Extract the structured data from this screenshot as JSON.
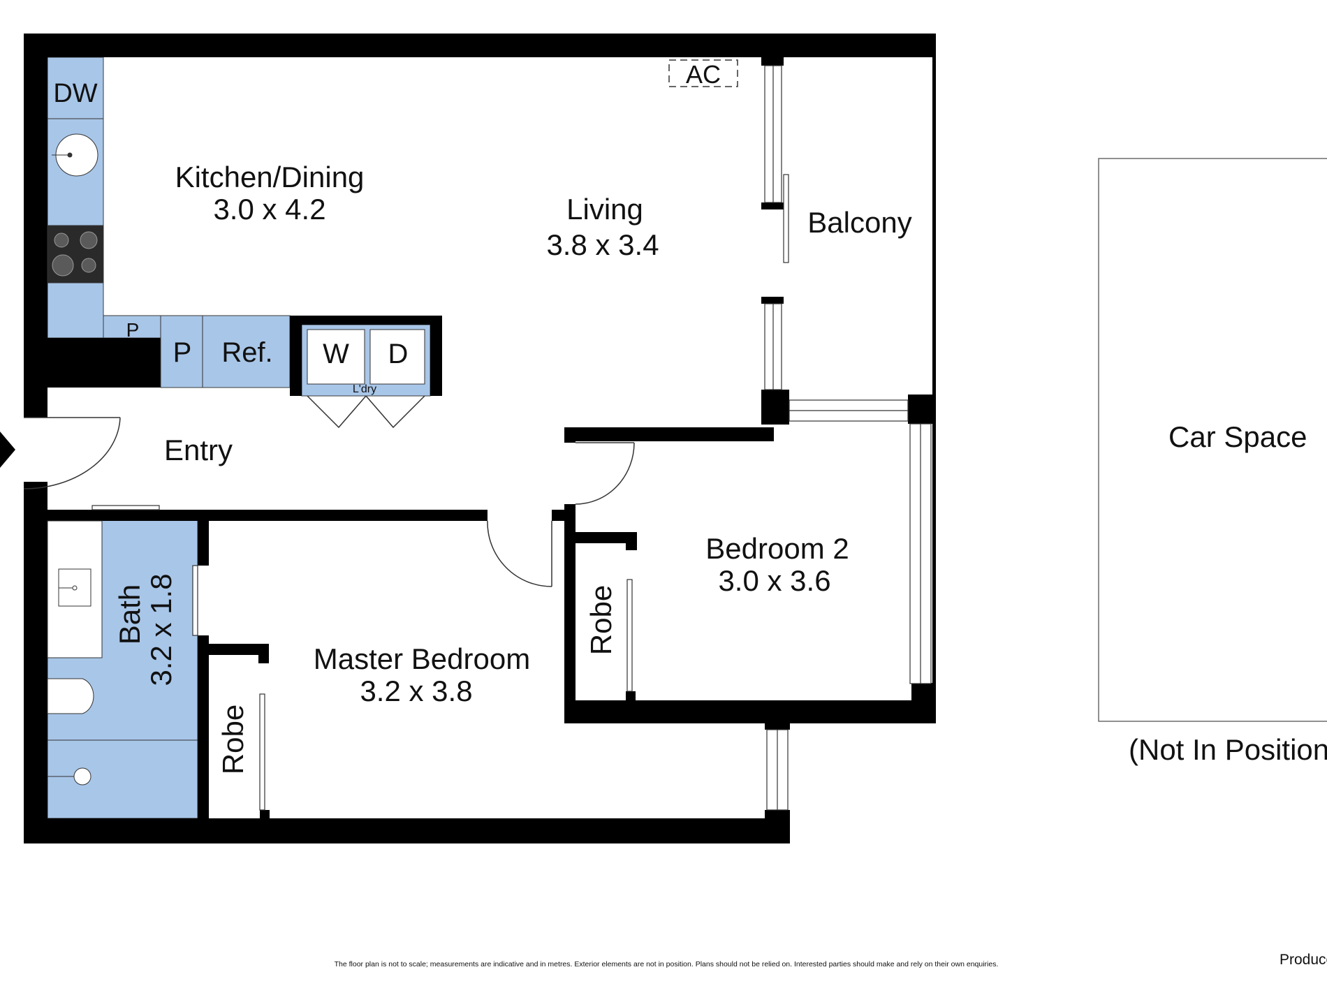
{
  "rooms": {
    "kitchen_dining": {
      "name": "Kitchen/Dining",
      "size": "3.0 x 4.2"
    },
    "living": {
      "name": "Living",
      "size": "3.8 x 3.4"
    },
    "balcony": {
      "name": "Balcony"
    },
    "entry": {
      "name": "Entry"
    },
    "bedroom_2": {
      "name": "Bedroom 2",
      "size": "3.0 x 3.6"
    },
    "master_bedroom": {
      "name": "Master Bedroom",
      "size": "3.2 x 3.8"
    },
    "bath": {
      "name": "Bath",
      "size": "3.2 x 1.8"
    },
    "robe_bedroom_2": {
      "name": "Robe"
    },
    "robe_master": {
      "name": "Robe"
    }
  },
  "fixtures": {
    "dishwasher": "DW",
    "air_conditioner": "AC",
    "pantry_small": "P",
    "pantry": "P",
    "fridge": "Ref.",
    "washer": "W",
    "dryer": "D",
    "laundry": "L'dry"
  },
  "car_space": {
    "name": "Car Space",
    "note": "(Not In Position)"
  },
  "footer": {
    "disclaimer": "The floor plan is not to scale; measurements are indicative and in metres. Exterior elements are not in position. Plans should not be relied on. Interested parties should make and rely on their own enquiries.",
    "producer_fragment": "Produce"
  },
  "colors": {
    "wall": "#000000",
    "wet_area": "#a8c6e8",
    "background": "#ffffff",
    "outline": "#555555"
  }
}
